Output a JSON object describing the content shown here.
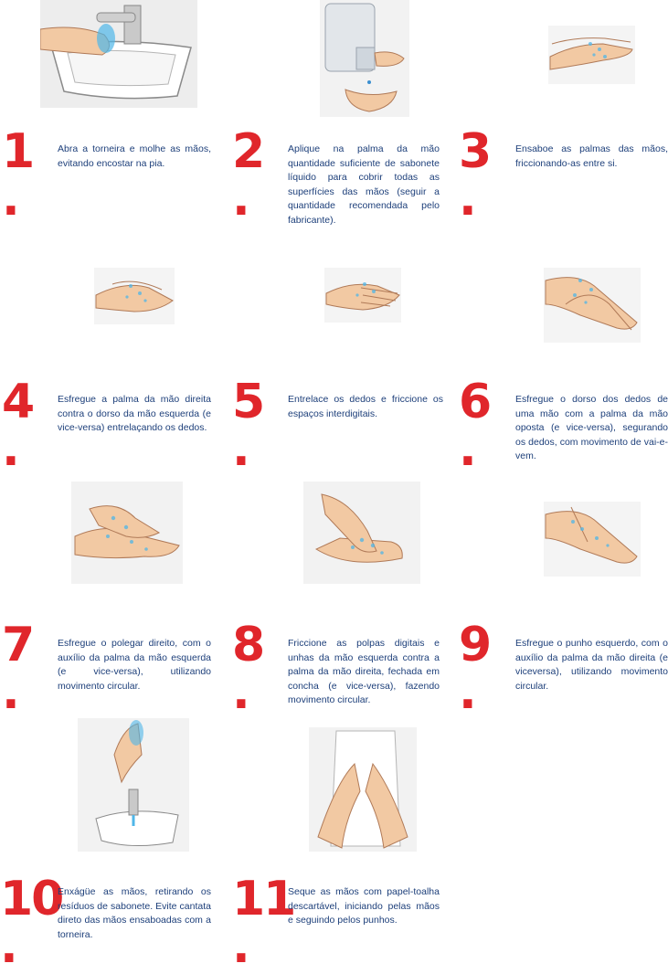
{
  "steps": [
    {
      "number": "1",
      "text": "Abra a torneira e molhe as mãos, evitando encostar na pia.",
      "image": "hands-under-faucet-icon"
    },
    {
      "number": "2",
      "text": "Aplique na palma da mão quantidade suficiente de sabonete líquido para cobrir todas as superfícies das mãos (seguir a quantidade recomendada pelo fabricante).",
      "image": "soap-dispenser-icon"
    },
    {
      "number": "3",
      "text": "Ensaboe as palmas das mãos, friccionando-as entre si.",
      "image": "palms-rubbing-icon"
    },
    {
      "number": "4",
      "text": "Esfregue a palma da mão direita contra o dorso da mão esquerda (e vice-versa) entrelaçando os dedos.",
      "image": "palm-over-back-icon"
    },
    {
      "number": "5",
      "text": "Entrelace os dedos e friccione os espaços interdigitais.",
      "image": "interlaced-fingers-icon"
    },
    {
      "number": "6",
      "text": "Esfregue o dorso dos dedos de uma mão com a palma da mão oposta (e vice-versa), segurando os dedos, com movimento de vai-e-vem.",
      "image": "backs-of-fingers-icon"
    },
    {
      "number": "7",
      "text": "Esfregue o polegar direito, com o auxílio da palma da mão esquerda (e vice-versa), utilizando movimento circular.",
      "image": "thumb-rub-icon"
    },
    {
      "number": "8",
      "text": "Friccione as polpas digitais e unhas da mão esquerda contra a palma da mão direita, fechada em concha (e vice-versa), fazendo movimento circular.",
      "image": "fingertips-palm-icon"
    },
    {
      "number": "9",
      "text": "Esfregue o punho esquerdo, com o auxílio da palma da mão direita (e viceversa), utilizando movimento circular.",
      "image": "wrist-rub-icon"
    },
    {
      "number": "10",
      "text": "Enxágüe as mãos, retirando os resíduos de sabonete. Evite cantata direto das mãos ensaboadas com a torneira.",
      "image": "rinse-hands-icon"
    },
    {
      "number": "11",
      "text": "Seque as mãos com papel-toalha descartável, iniciando pelas mãos e seguindo pelos punhos.",
      "image": "paper-towel-icon"
    }
  ],
  "colors": {
    "number": "#e0262b",
    "text": "#1d3f7a",
    "skin": "#f2c9a3",
    "water": "#4fb6e8"
  }
}
